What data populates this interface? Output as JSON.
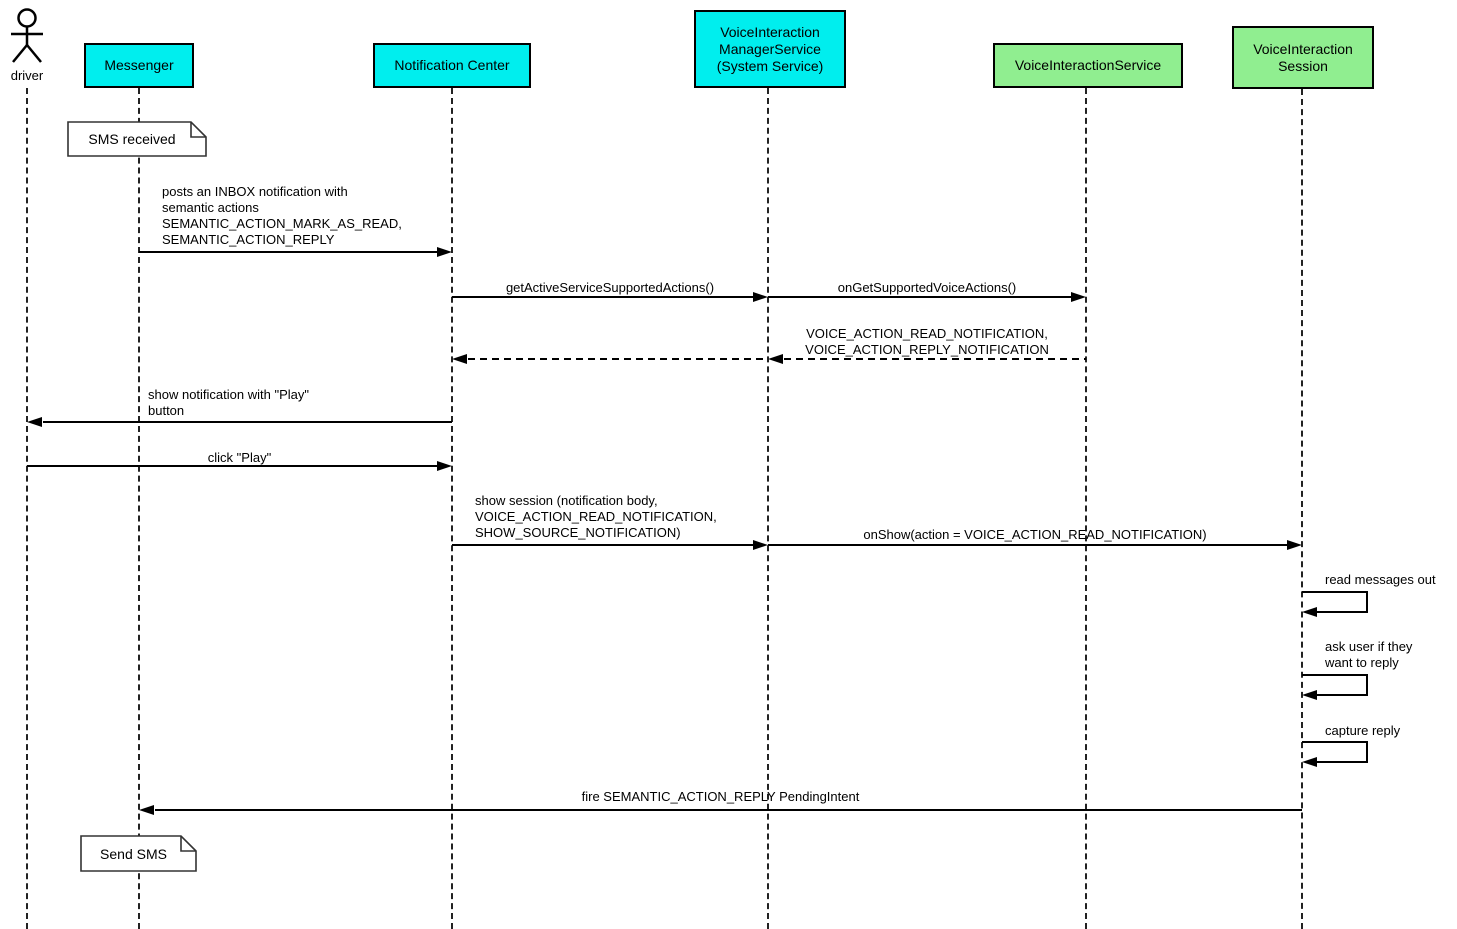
{
  "diagram_type": "uml-sequence-diagram",
  "colors": {
    "app_participant_fill": "#00EEEE",
    "service_participant_fill": "#90EE90",
    "line": "#000000",
    "note_fill": "#FFFFFF",
    "background": "#FFFFFF"
  },
  "actor": {
    "label": "driver"
  },
  "participants": [
    {
      "id": "messenger",
      "type": "app",
      "label_lines": [
        "Messenger"
      ]
    },
    {
      "id": "notification-center",
      "type": "app",
      "label_lines": [
        "Notification Center"
      ]
    },
    {
      "id": "voice-interaction-manager-service",
      "type": "app",
      "label_lines": [
        "VoiceInteraction",
        "ManagerService",
        "(System Service)"
      ]
    },
    {
      "id": "voice-interaction-service",
      "type": "service",
      "label_lines": [
        "VoiceInteractionService"
      ]
    },
    {
      "id": "voice-interaction-session",
      "type": "service",
      "label_lines": [
        "VoiceInteraction",
        "Session"
      ]
    }
  ],
  "notes": [
    {
      "id": "sms-received",
      "attached_to": "messenger",
      "text": "SMS received"
    },
    {
      "id": "send-sms",
      "attached_to": "messenger",
      "text": "Send SMS"
    }
  ],
  "messages": [
    {
      "from": "Messenger",
      "to": "Notification Center",
      "style": "solid",
      "lines": [
        "posts an INBOX notification with",
        "semantic actions",
        "SEMANTIC_ACTION_MARK_AS_READ,",
        "SEMANTIC_ACTION_REPLY"
      ]
    },
    {
      "from": "Notification Center",
      "to": "VoiceInteraction ManagerService (System Service)",
      "style": "solid",
      "lines": [
        "getActiveServiceSupportedActions()"
      ]
    },
    {
      "from": "VoiceInteraction ManagerService (System Service)",
      "to": "VoiceInteractionService",
      "style": "solid",
      "lines": [
        "onGetSupportedVoiceActions()"
      ]
    },
    {
      "from": "VoiceInteractionService",
      "to": "Notification Center",
      "style": "dashed-return",
      "lines": [
        "VOICE_ACTION_READ_NOTIFICATION,",
        "VOICE_ACTION_REPLY_NOTIFICATION"
      ]
    },
    {
      "from": "Notification Center",
      "to": "driver",
      "style": "solid",
      "lines": [
        "show notification with \"Play\"",
        "button"
      ]
    },
    {
      "from": "driver",
      "to": "Notification Center",
      "style": "solid",
      "lines": [
        "click \"Play\""
      ]
    },
    {
      "from": "Notification Center",
      "to": "VoiceInteraction ManagerService (System Service)",
      "style": "solid",
      "lines": [
        "show session (notification body,",
        "VOICE_ACTION_READ_NOTIFICATION,",
        "SHOW_SOURCE_NOTIFICATION)"
      ]
    },
    {
      "from": "VoiceInteraction ManagerService (System Service)",
      "to": "VoiceInteraction Session",
      "style": "solid",
      "lines": [
        "onShow(action = VOICE_ACTION_READ_NOTIFICATION)"
      ]
    },
    {
      "from": "VoiceInteraction Session",
      "to": "VoiceInteraction Session",
      "style": "self",
      "lines": [
        "read messages out"
      ]
    },
    {
      "from": "VoiceInteraction Session",
      "to": "VoiceInteraction Session",
      "style": "self",
      "lines": [
        "ask user if they",
        "want to reply"
      ]
    },
    {
      "from": "VoiceInteraction Session",
      "to": "VoiceInteraction Session",
      "style": "self",
      "lines": [
        "capture reply"
      ]
    },
    {
      "from": "VoiceInteraction Session",
      "to": "Messenger",
      "style": "solid",
      "lines": [
        "fire SEMANTIC_ACTION_REPLY PendingIntent"
      ]
    }
  ]
}
